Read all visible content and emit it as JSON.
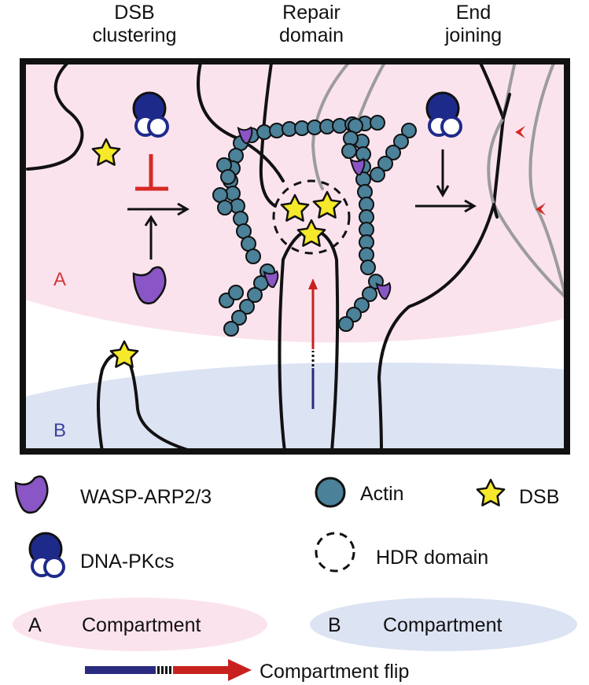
{
  "headers": {
    "clustering": [
      "DSB",
      "clustering"
    ],
    "repair": [
      "Repair",
      "domain"
    ],
    "joining": [
      "End",
      "joining"
    ]
  },
  "panel": {
    "label_a": "A",
    "label_b": "B"
  },
  "legend": {
    "wasp": "WASP-ARP2/3",
    "actin": "Actin",
    "dsb": "DSB",
    "dnapkcs": "DNA-PKcs",
    "hdr": "HDR domain",
    "compartment_a_letter": "A",
    "compartment_a_text": "Compartment",
    "compartment_b_letter": "B",
    "compartment_b_text": "Compartment",
    "flip": "Compartment flip"
  },
  "colors": {
    "compartment_a": "#fbe3ee",
    "compartment_b": "#dce3f3",
    "actin": "#4b8199",
    "wasp": "#8a55c4",
    "dnapkcs": "#1e2a8a",
    "dsb": "#f6e82a",
    "inhibit": "#d62a24",
    "compartment_a_label": "#d0393a",
    "compartment_b_label": "#3b3f9c",
    "flip_start": "#2a2a80",
    "flip_end": "#c8221e",
    "chromatin_gray": "#9c9c9c"
  }
}
